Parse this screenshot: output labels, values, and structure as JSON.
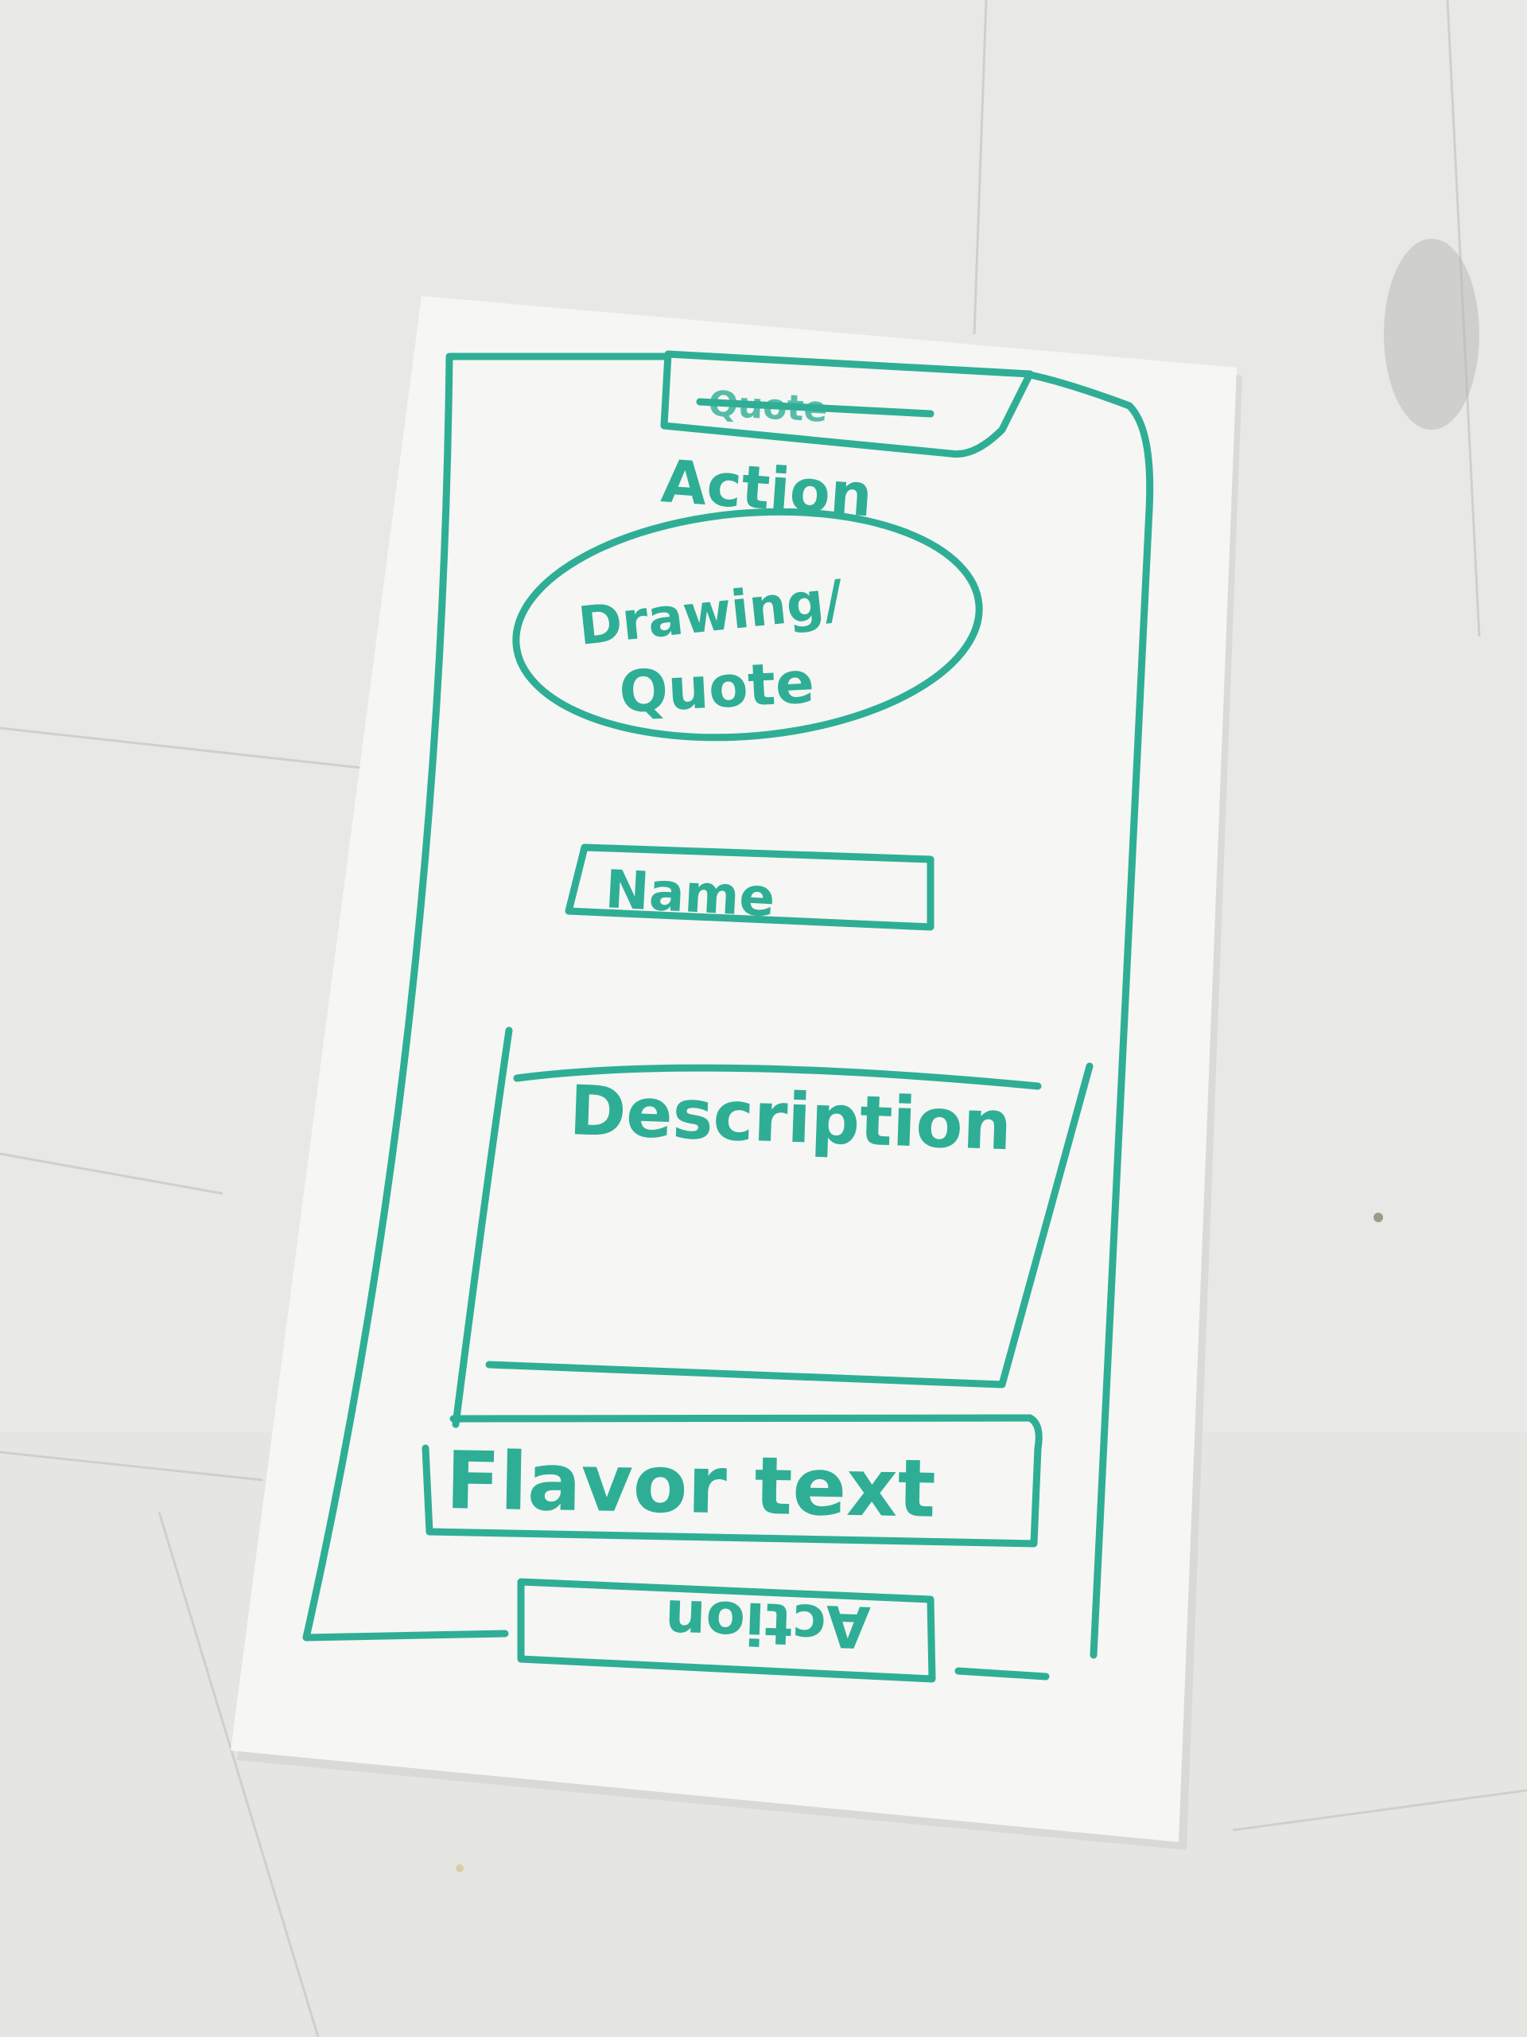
{
  "colors": {
    "marker": "#2fae96",
    "paper": "#f6f6f4",
    "table": "#e8e8e6",
    "table_shadow": "#d9d9d6",
    "crease": "#cfcfcc"
  },
  "sketch": {
    "top_label_struck": "Quote",
    "top_label": "Action",
    "oval_line1": "Drawing/",
    "oval_line2": "Quote",
    "name_label": "Name",
    "description_label": "Description",
    "flavor_label": "Flavor text",
    "bottom_label": "Action"
  }
}
